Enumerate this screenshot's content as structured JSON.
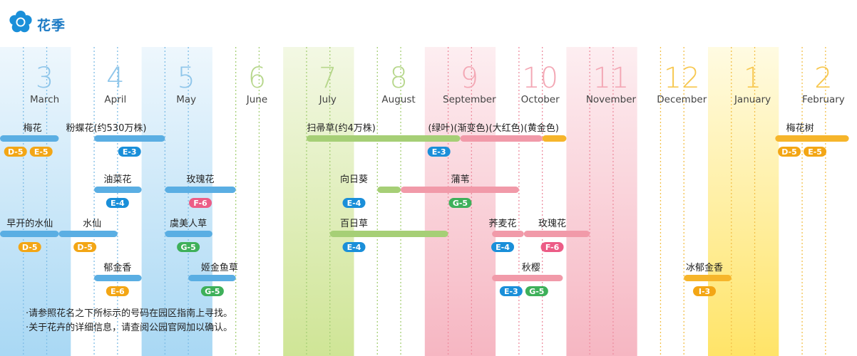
{
  "header": {
    "title": "花季",
    "icon": "flower-icon",
    "title_color": "#1a79c4"
  },
  "months": [
    {
      "num": "3",
      "name": "March",
      "x": 0
    },
    {
      "num": "4",
      "name": "April",
      "x": 1
    },
    {
      "num": "5",
      "name": "May",
      "x": 2
    },
    {
      "num": "6",
      "name": "June",
      "x": 3
    },
    {
      "num": "7",
      "name": "July",
      "x": 4
    },
    {
      "num": "8",
      "name": "August",
      "x": 5
    },
    {
      "num": "9",
      "name": "September",
      "x": 6
    },
    {
      "num": "10",
      "name": "October",
      "x": 7
    },
    {
      "num": "11",
      "name": "November",
      "x": 8
    },
    {
      "num": "12",
      "name": "December",
      "x": 9
    },
    {
      "num": "1",
      "name": "January",
      "x": 10
    },
    {
      "num": "2",
      "name": "February",
      "x": 11
    }
  ],
  "colors": {
    "spring": "#5aaee3",
    "summer": "#a6cf76",
    "autumn": "#f19aa9",
    "winter": "#f6b52b",
    "badge_orange": "#f3a615",
    "badge_blue": "#1a8fd9",
    "badge_pink": "#ec5c86",
    "badge_green": "#3eb05a"
  },
  "flowers": [
    {
      "label": "梅花",
      "row": 0,
      "label_at": 0.46,
      "segments": [
        {
          "start": 0.0,
          "end": 0.83,
          "color": "#5aaee3"
        }
      ],
      "badges": [
        {
          "text": "D-5",
          "color": "#f3a615"
        },
        {
          "text": "E-5",
          "color": "#f3a615"
        }
      ],
      "badge_at": 0.4
    },
    {
      "label": "粉蝶花(约530万株)",
      "row": 0,
      "label_at": 1.5,
      "segments": [
        {
          "start": 1.33,
          "end": 2.33,
          "color": "#5aaee3"
        }
      ],
      "badges": [
        {
          "text": "E-3",
          "color": "#1a8fd9"
        }
      ],
      "badge_at": 1.83
    },
    {
      "label": "扫帚草(约4万株)",
      "row": 0,
      "label_at": 4.82,
      "segments": [
        {
          "start": 4.33,
          "end": 6.5,
          "color": "#a6cf76"
        },
        {
          "start": 6.5,
          "end": 7.66,
          "color": "#f19aa9"
        },
        {
          "start": 7.66,
          "end": 8.0,
          "color": "#f6b52b"
        }
      ],
      "badges": [
        {
          "text": "E-3",
          "color": "#1a8fd9"
        }
      ],
      "badge_at": 6.2
    },
    {
      "label": "(绿叶)(渐变色)(大红色)(黄金色)",
      "row": 0,
      "label_at": 6.97,
      "segments": [],
      "badges": []
    },
    {
      "label": "梅花树",
      "row": 0,
      "label_at": 11.3,
      "segments": [
        {
          "start": 10.95,
          "end": 11.99,
          "color": "#f6b52b"
        }
      ],
      "badges": [
        {
          "text": "D-5",
          "color": "#f3a615"
        },
        {
          "text": "E-5",
          "color": "#f3a615"
        }
      ],
      "badge_at": 11.33
    },
    {
      "label": "油菜花",
      "row": 1,
      "label_at": 1.66,
      "segments": [
        {
          "start": 1.33,
          "end": 2.0,
          "color": "#5aaee3"
        }
      ],
      "badges": [
        {
          "text": "E-4",
          "color": "#1a8fd9"
        }
      ],
      "badge_at": 1.66
    },
    {
      "label": "玫瑰花",
      "row": 1,
      "label_at": 2.83,
      "segments": [
        {
          "start": 2.33,
          "end": 3.33,
          "color": "#5aaee3"
        }
      ],
      "badges": [
        {
          "text": "F-6",
          "color": "#ec5c86"
        }
      ],
      "badge_at": 2.83
    },
    {
      "label": "向日葵",
      "row": 1,
      "label_at": 5.0,
      "segments": [
        {
          "start": 5.33,
          "end": 5.66,
          "color": "#a6cf76"
        }
      ],
      "badges": [
        {
          "text": "E-4",
          "color": "#1a8fd9"
        }
      ],
      "badge_at": 5.0
    },
    {
      "label": "蒲苇",
      "row": 1,
      "label_at": 6.5,
      "segments": [
        {
          "start": 5.66,
          "end": 7.33,
          "color": "#f19aa9"
        }
      ],
      "badges": [
        {
          "text": "G-5",
          "color": "#3eb05a"
        }
      ],
      "badge_at": 6.5
    },
    {
      "label": "早开的水仙",
      "row": 2,
      "label_at": 0.42,
      "segments": [
        {
          "start": 0.0,
          "end": 0.83,
          "color": "#5aaee3"
        }
      ],
      "badges": [
        {
          "text": "D-5",
          "color": "#f3a615"
        }
      ],
      "badge_at": 0.42
    },
    {
      "label": "水仙",
      "row": 2,
      "label_at": 1.3,
      "segments": [
        {
          "start": 0.83,
          "end": 1.66,
          "color": "#5aaee3"
        }
      ],
      "badges": [
        {
          "text": "D-5",
          "color": "#f3a615"
        }
      ],
      "badge_at": 1.2
    },
    {
      "label": "虞美人草",
      "row": 2,
      "label_at": 2.66,
      "segments": [
        {
          "start": 2.33,
          "end": 3.0,
          "color": "#5aaee3"
        }
      ],
      "badges": [
        {
          "text": "G-5",
          "color": "#3eb05a"
        }
      ],
      "badge_at": 2.66
    },
    {
      "label": "百日草",
      "row": 2,
      "label_at": 5.0,
      "segments": [
        {
          "start": 4.66,
          "end": 6.33,
          "color": "#a6cf76"
        }
      ],
      "badges": [
        {
          "text": "E-4",
          "color": "#1a8fd9"
        }
      ],
      "badge_at": 5.0
    },
    {
      "label": "荞麦花",
      "row": 2,
      "label_at": 7.1,
      "segments": [
        {
          "start": 6.95,
          "end": 7.4,
          "color": "#f19aa9"
        }
      ],
      "badges": [
        {
          "text": "E-4",
          "color": "#1a8fd9"
        }
      ],
      "badge_at": 7.1
    },
    {
      "label": "玫瑰花",
      "row": 2,
      "label_at": 7.8,
      "segments": [
        {
          "start": 7.4,
          "end": 8.33,
          "color": "#f19aa9"
        }
      ],
      "badges": [
        {
          "text": "F-6",
          "color": "#ec5c86"
        }
      ],
      "badge_at": 7.8
    },
    {
      "label": "郁金香",
      "row": 3,
      "label_at": 1.66,
      "segments": [
        {
          "start": 1.33,
          "end": 2.0,
          "color": "#5aaee3"
        }
      ],
      "badges": [
        {
          "text": "E-6",
          "color": "#f3a615"
        }
      ],
      "badge_at": 1.66
    },
    {
      "label": "姬金鱼草",
      "row": 3,
      "label_at": 3.1,
      "segments": [
        {
          "start": 2.66,
          "end": 3.33,
          "color": "#5aaee3"
        }
      ],
      "badges": [
        {
          "text": "G-5",
          "color": "#3eb05a"
        }
      ],
      "badge_at": 3.0
    },
    {
      "label": "秋樱",
      "row": 3,
      "label_at": 7.5,
      "segments": [
        {
          "start": 6.95,
          "end": 7.95,
          "color": "#f19aa9"
        }
      ],
      "badges": [
        {
          "text": "E-3",
          "color": "#1a8fd9"
        },
        {
          "text": "G-5",
          "color": "#3eb05a"
        }
      ],
      "badge_at": 7.4
    },
    {
      "label": "冰郁金香",
      "row": 3,
      "label_at": 9.95,
      "segments": [
        {
          "start": 9.66,
          "end": 10.33,
          "color": "#f6b52b"
        }
      ],
      "badges": [
        {
          "text": "I-3",
          "color": "#f3a615"
        }
      ],
      "badge_at": 9.95
    }
  ],
  "notes": [
    "·请参照花名之下所标示的号码在园区指南上寻找。",
    "·关于花卉的详细信息，请查阅公园官网加以确认。"
  ]
}
